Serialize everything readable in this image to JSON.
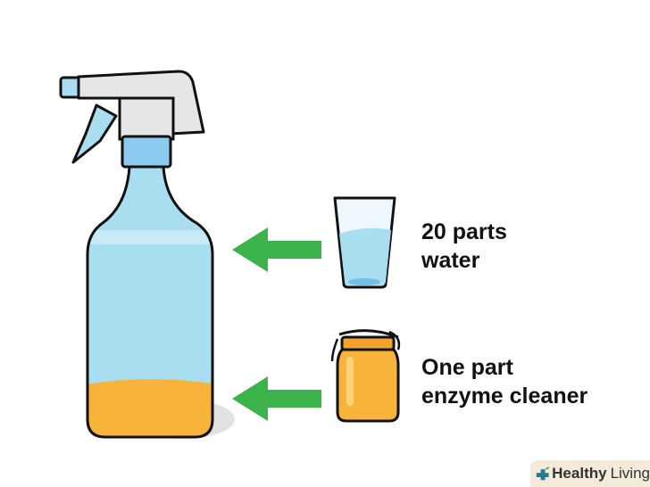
{
  "labels": {
    "water": [
      "20 parts",
      "water"
    ],
    "cleaner": [
      "One part",
      "enzyme cleaner"
    ]
  },
  "logo": {
    "brand_bold": "Healthy",
    "brand_light": "Living"
  },
  "colors": {
    "arrow": "#3cb34a",
    "liquid": "#a9ddf0",
    "enzyme": "#f8b43a",
    "cap": "#e6e6e6",
    "neck": "#8ccbef"
  }
}
